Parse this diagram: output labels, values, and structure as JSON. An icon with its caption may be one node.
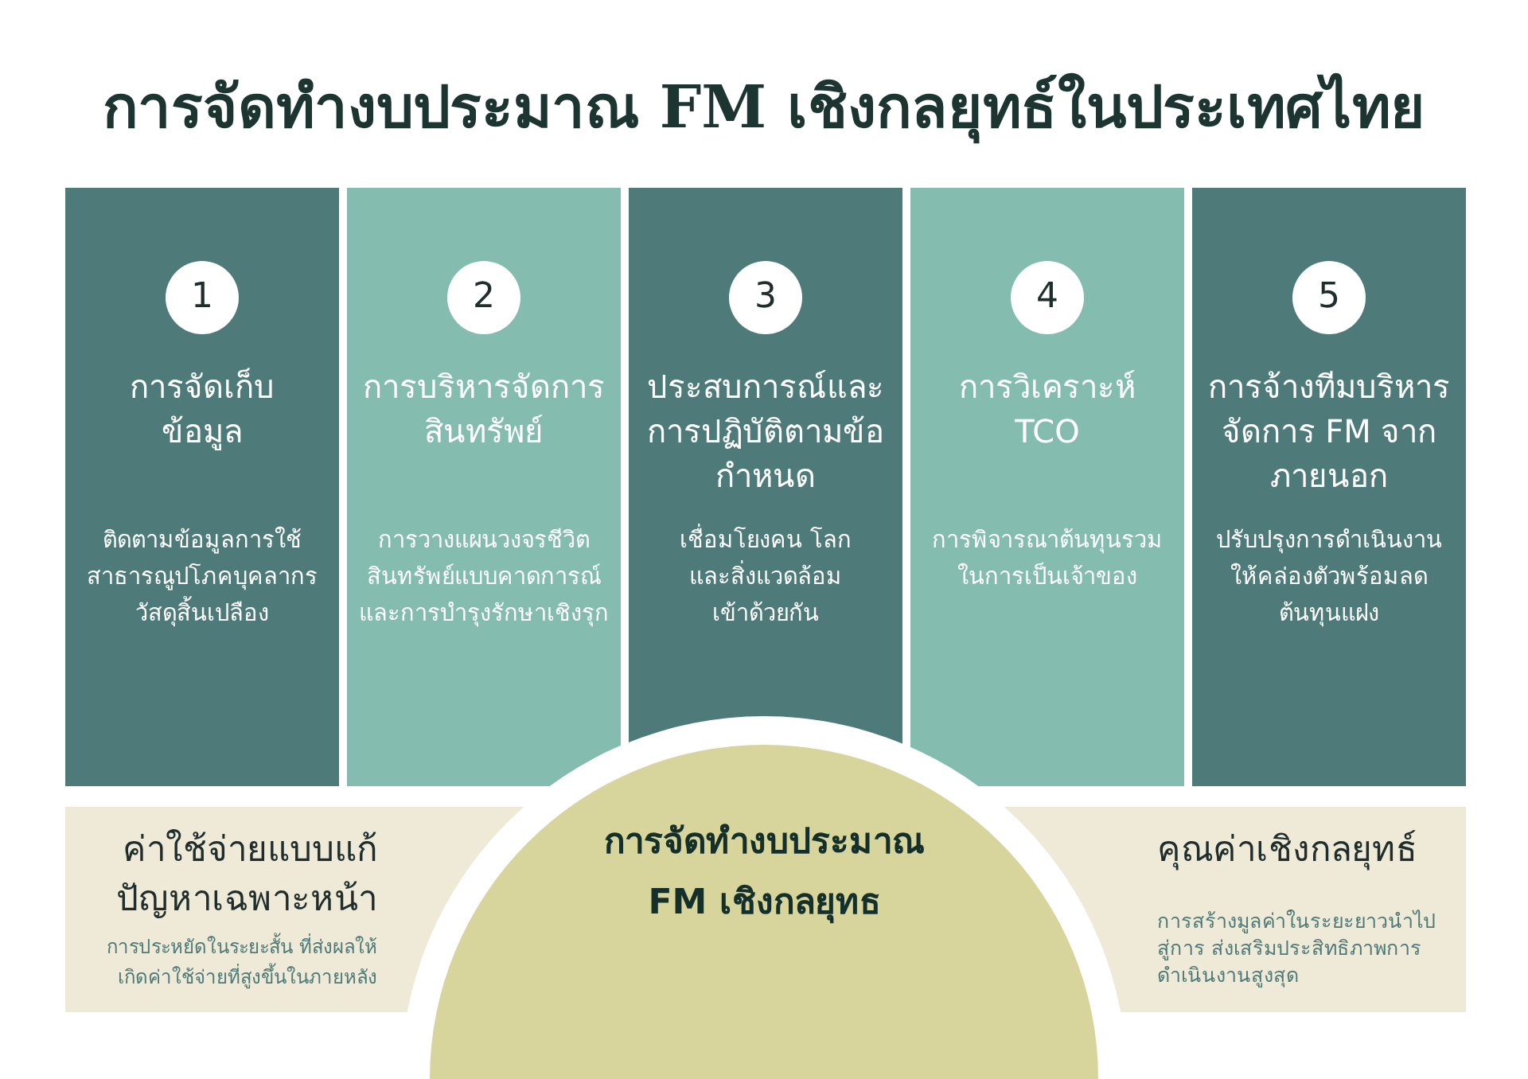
{
  "diagram": {
    "title": "การจัดทำงบประมาณ FM เชิงกลยุทธ์ในประเทศไทย",
    "nodes": [
      {
        "text": [
          "การจัดเก็บข้อมูล",
          "ติดตามข้อมูลการใช้สาธารณูปโภคบุคลากร วัสดุสิ้นเปลือง"
        ]
      },
      {
        "text": [
          "1"
        ],
        "in": 0
      },
      {
        "text": [
          "การบริหารจัดการสินทรัพย์",
          "การวางแผนวงจรชีวิตสินทรัพย์แบบคาดการณ์และการบำรุงรักษาเชิงรุก"
        ]
      },
      {
        "text": [
          "2"
        ],
        "in": 2
      },
      {
        "text": [
          "ประสบการณ์และการปฏิบัติตามข้อกำหนด",
          "เชื่อมโยงคน โลกและสิ่งแวดล้อมเข้าด้วยกัน"
        ]
      },
      {
        "text": [
          "3"
        ],
        "in": 4
      },
      {
        "text": [
          "การวิเคราะห์ TCO",
          "การพิจารณาต้นทุนรวมในการเป็นเจ้าของ"
        ]
      },
      {
        "text": [
          "4"
        ],
        "in": 6
      },
      {
        "text": [
          "การจ้างทีมบริหารจัดการ FM จากภายนอก",
          "ปรับปรุงการดำเนินงานให้คล่องตัวพร้อมลดต้นทุนแฝง"
        ]
      },
      {
        "text": [
          "5"
        ],
        "in": 8
      },
      {
        "text": [
          "ค่าใช้จ่ายแบบแก้ปัญหาเฉพาะหน้า",
          "การประหยัดในระยะสั้น ที่ส่งผลให้เกิดค่าใช้จ่ายที่สูงขึ้นในภายหลัง"
        ]
      },
      {
        "text": [
          "การจัดทำงบประมาณ FM เชิงกลยุทธ"
        ]
      },
      {
        "text": [
          "คุณค่าเชิงกลยุทธ์",
          "การสร้างมูลค่าในระยะยาวนำไปสู่การ ส่งเสริมประสิทธิภาพการดำเนินงานสูงสุด"
        ]
      }
    ]
  }
}
